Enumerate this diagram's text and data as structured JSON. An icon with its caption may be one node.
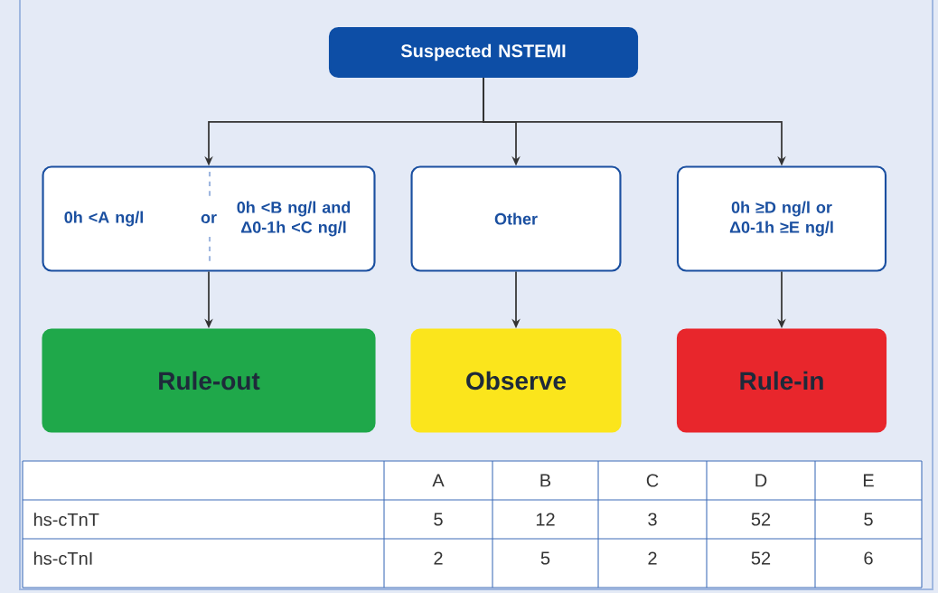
{
  "diagram": {
    "nodes": [
      {
        "text": [
          "Suspected NSTEMI"
        ]
      },
      {
        "text": [
          "0h <A ng/l",
          "or",
          "0h <B ng/l and Δ0-1h <C ng/l"
        ]
      },
      {
        "text": [
          "Other"
        ]
      },
      {
        "text": [
          "0h ≥D ng/l or Δ0-1h ≥E ng/l"
        ]
      },
      {
        "text": [
          "Rule-out"
        ]
      },
      {
        "text": [
          "Observe"
        ]
      },
      {
        "text": [
          "Rule-in"
        ]
      }
    ],
    "edges": [
      {
        "from": 0,
        "to": 1,
        "arrow": "to"
      },
      {
        "from": 0,
        "to": 2,
        "arrow": "to"
      },
      {
        "from": 0,
        "to": 3,
        "arrow": "to"
      },
      {
        "from": 1,
        "to": 4,
        "arrow": "to"
      },
      {
        "from": 2,
        "to": 5,
        "arrow": "to"
      },
      {
        "from": 3,
        "to": 6,
        "arrow": "to"
      }
    ],
    "labels": [
      "A",
      "B",
      "C",
      "D",
      "E",
      "hs-cTnT",
      "5",
      "12",
      "3",
      "52",
      "5",
      "hs-cTnI",
      "2",
      "5",
      "2",
      "52",
      "6"
    ]
  }
}
